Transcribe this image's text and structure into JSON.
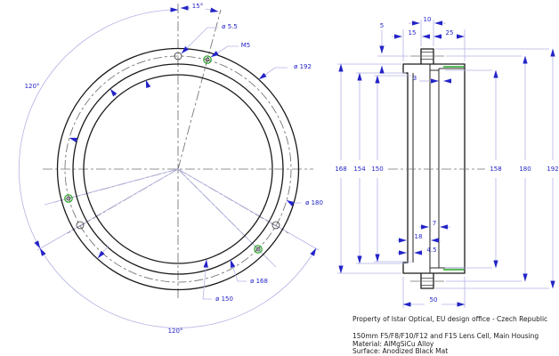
{
  "front_view": {
    "angle_between_holes": "15°",
    "clearance_hole": "ø 5.5",
    "tapped_hole": "M5",
    "outer_dia": "ø 192",
    "bolt_circle_dia": "ø 180",
    "recess_dia": "ø 168",
    "bore_dia": "ø 150",
    "pattern_angle_left": "120°",
    "pattern_angle_bottom": "120°"
  },
  "section_view": {
    "boss_to_face": "5",
    "boss_width": "10",
    "face_to_boss": "15",
    "boss_to_back": "25",
    "groove_width": "3",
    "dia_168": "168",
    "dia_154": "154",
    "dia_150": "150",
    "dia_158": "158",
    "dia_180": "180",
    "dia_192": "192",
    "step_width": "7",
    "inner_depth": "18",
    "wall_thickness": "4.5",
    "overall_length": "50"
  },
  "notes": {
    "property": "Property of Istar Optical, EU design office - Czech Republic",
    "title": "150mm F5/F8/F10/F12 and F15 Lens Cell, Main Housing",
    "material": "Material: AlMgSiCu Alloy",
    "surface": "Surface: Anodized Black Mat"
  },
  "colors": {
    "dimension_text_blue": "#2323c8",
    "dimension_line_lavender": "#b3b3e6",
    "geometry_black": "#1a1a1a",
    "centerline_gray": "#707070",
    "highlight_green": "#23a523"
  }
}
